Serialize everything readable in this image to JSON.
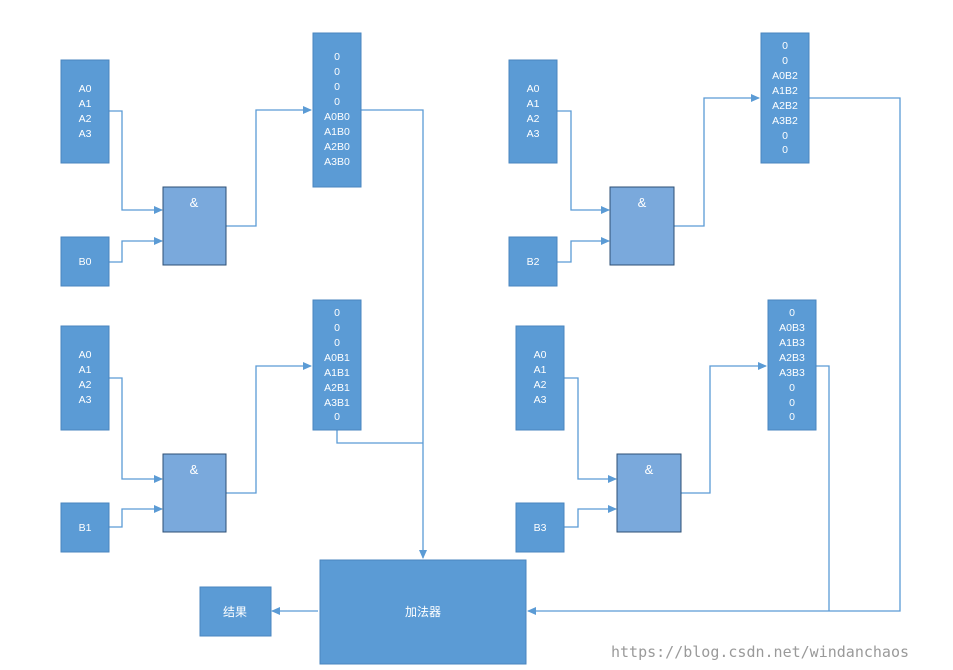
{
  "a_inputs": [
    "A0",
    "A1",
    "A2",
    "A3"
  ],
  "b_inputs": [
    "B0",
    "B1",
    "B2",
    "B3"
  ],
  "gate_label": "&",
  "partial_products": [
    [
      "0",
      "0",
      "0",
      "0",
      "A0B0",
      "A1B0",
      "A2B0",
      "A3B0"
    ],
    [
      "0",
      "0",
      "0",
      "A0B1",
      "A1B1",
      "A2B1",
      "A3B1",
      "0"
    ],
    [
      "0",
      "0",
      "A0B2",
      "A1B2",
      "A2B2",
      "A3B2",
      "0",
      "0"
    ],
    [
      "0",
      "A0B3",
      "A1B3",
      "A2B3",
      "A3B3",
      "0",
      "0",
      "0"
    ]
  ],
  "adder_label": "加法器",
  "result_label": "结果",
  "watermark": "https://blog.csdn.net/windanchaos",
  "colors": {
    "box": "#5b9bd5",
    "gate": "#7aa9dc",
    "wire": "#5b9bd5",
    "text": "#ffffff"
  }
}
